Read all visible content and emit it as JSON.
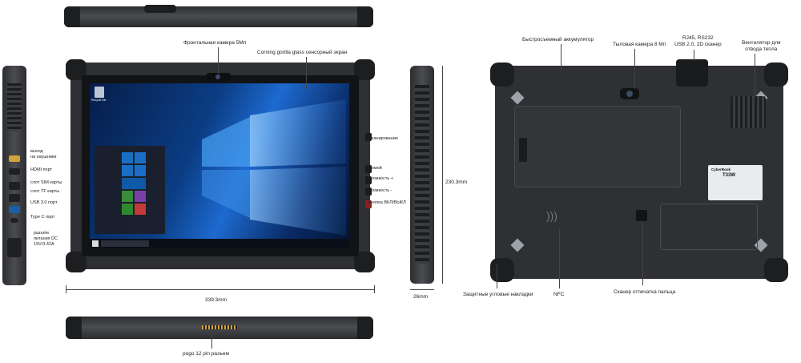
{
  "labels": {
    "front_camera": "Фронтальная камера 5Мп",
    "gorilla_glass": "Corning gorilla glass сенсорный экран",
    "scan": "Сканирование",
    "home": "Домой",
    "volume_up": "Громкость +",
    "volume_down": "Громкость -",
    "power": "Кнопка ВКЛ/ВЫКЛ",
    "headphone": "выход\nна наушники",
    "hdmi": "HDMI порт",
    "sim": "слот SIM карты",
    "tf": "слот TF карты",
    "usb3": "USB 3.0 порт",
    "typec": "Type C порт",
    "dc": "разъём\nпитания DC\n19V/3.42A",
    "width_dim": "339.3mm",
    "height_dim": "230.3mm",
    "depth_dim": "26mm",
    "pogo": "pogo 12 pin разъем",
    "battery": "Быстросъемный аккумулятор",
    "rear_camera": "Тыловая камера 8 Мп",
    "rj45": "RJ45, RS232\nUSB 2.0, 2D сканер",
    "fan": "Вентилятор для\nотвода тепла",
    "corner_pads": "Защитные угловые накладки",
    "nfc": "NFC",
    "fingerprint": "Сканер отпечатка пальца",
    "brand": "CyberBook",
    "model": "T33W",
    "recycle_bin": "Recycle Bin"
  },
  "colors": {
    "body": "#2e3033",
    "screen_blue": "#0a3a7a",
    "accent": "#1a6fc4"
  }
}
